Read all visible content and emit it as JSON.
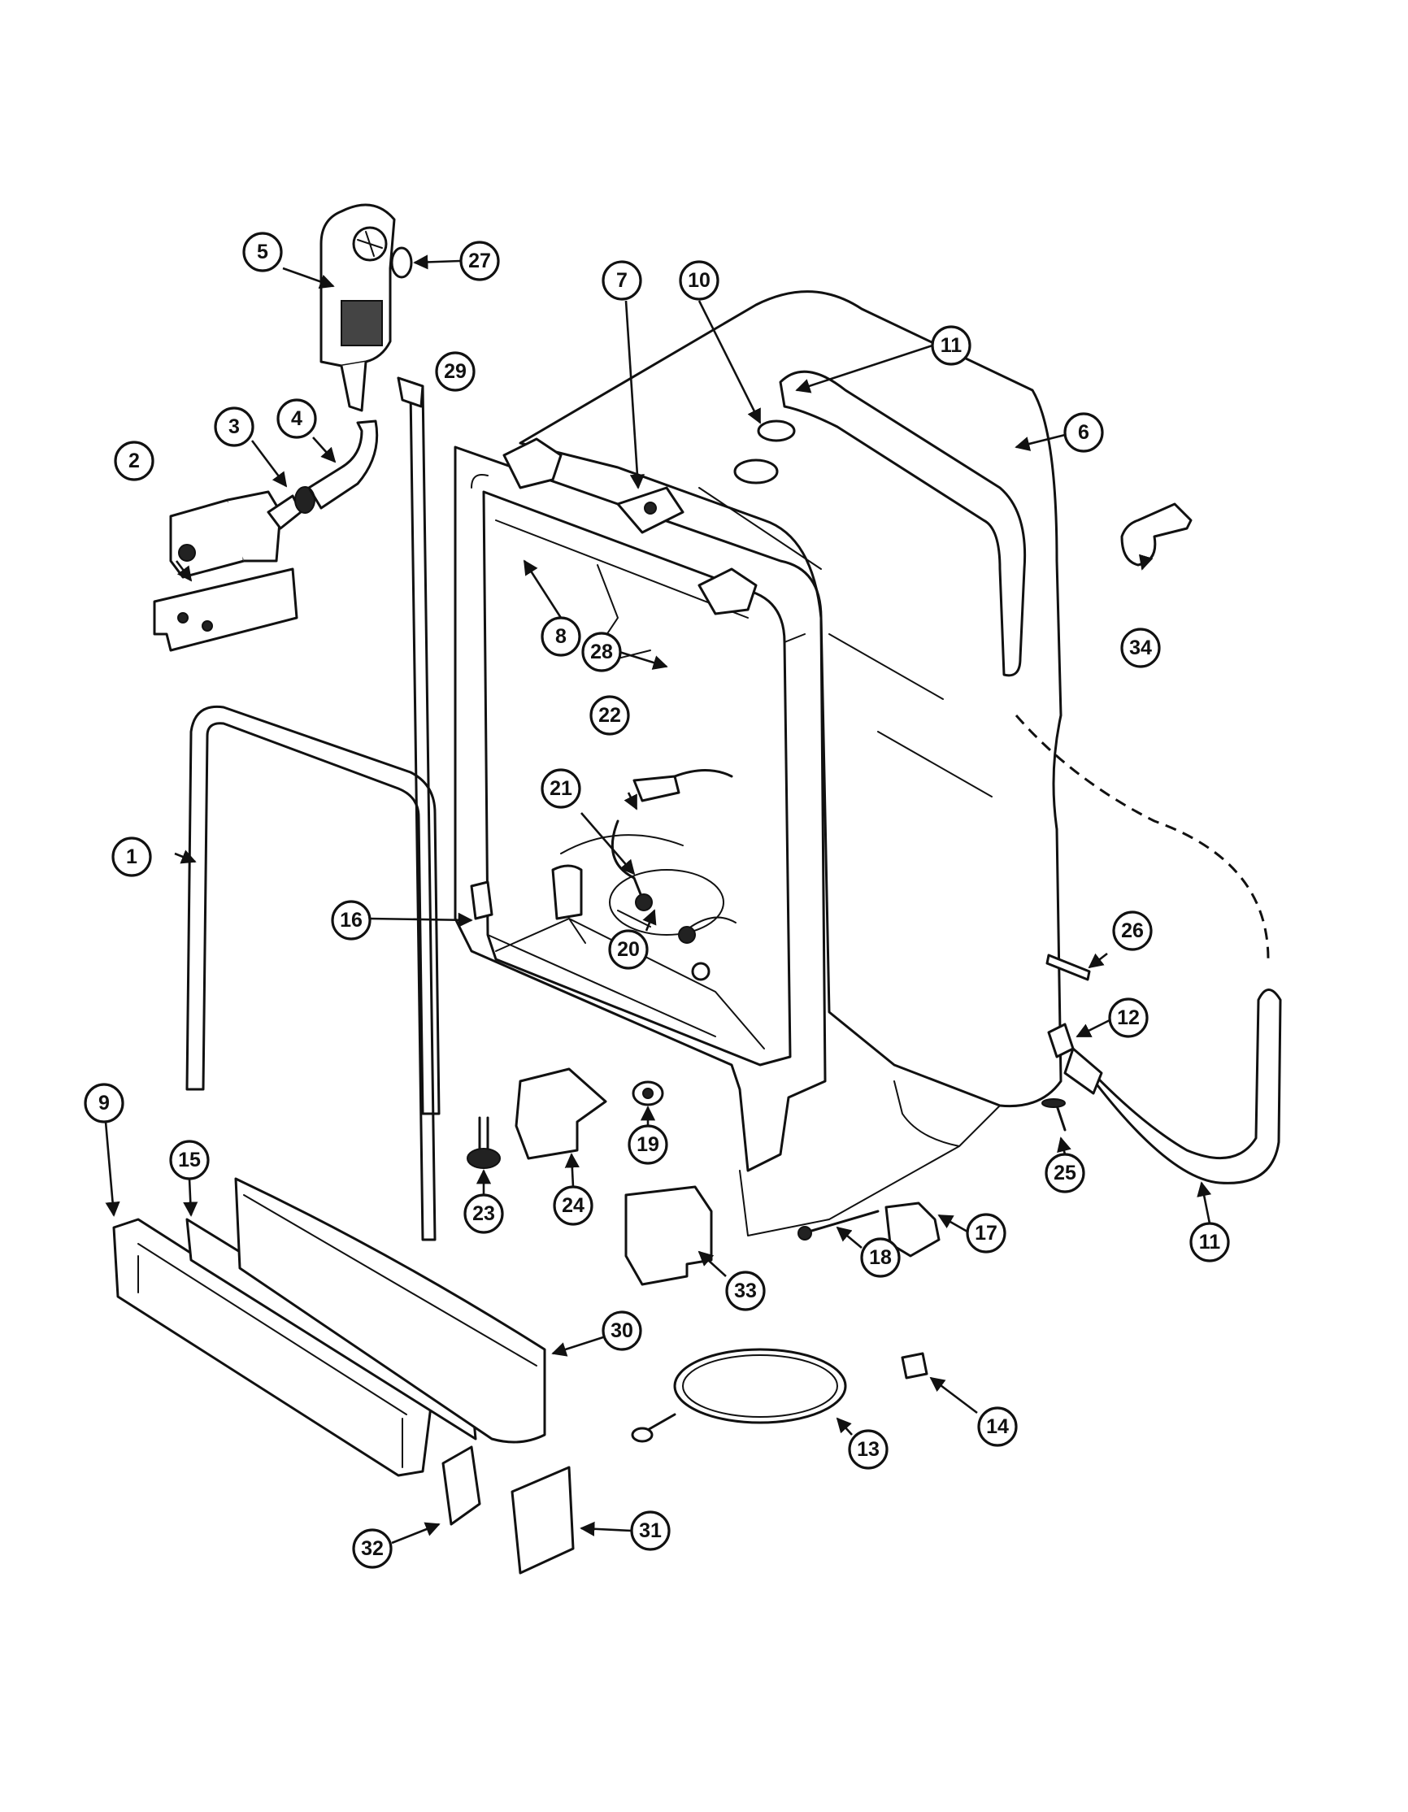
{
  "diagram": {
    "type": "exploded-parts-view",
    "callouts": [
      "1",
      "2",
      "3",
      "4",
      "5",
      "6",
      "7",
      "8",
      "9",
      "10",
      "11",
      "11",
      "12",
      "13",
      "14",
      "15",
      "16",
      "17",
      "18",
      "19",
      "20",
      "21",
      "22",
      "23",
      "24",
      "25",
      "26",
      "27",
      "28",
      "29",
      "30",
      "31",
      "32",
      "33",
      "34"
    ]
  }
}
